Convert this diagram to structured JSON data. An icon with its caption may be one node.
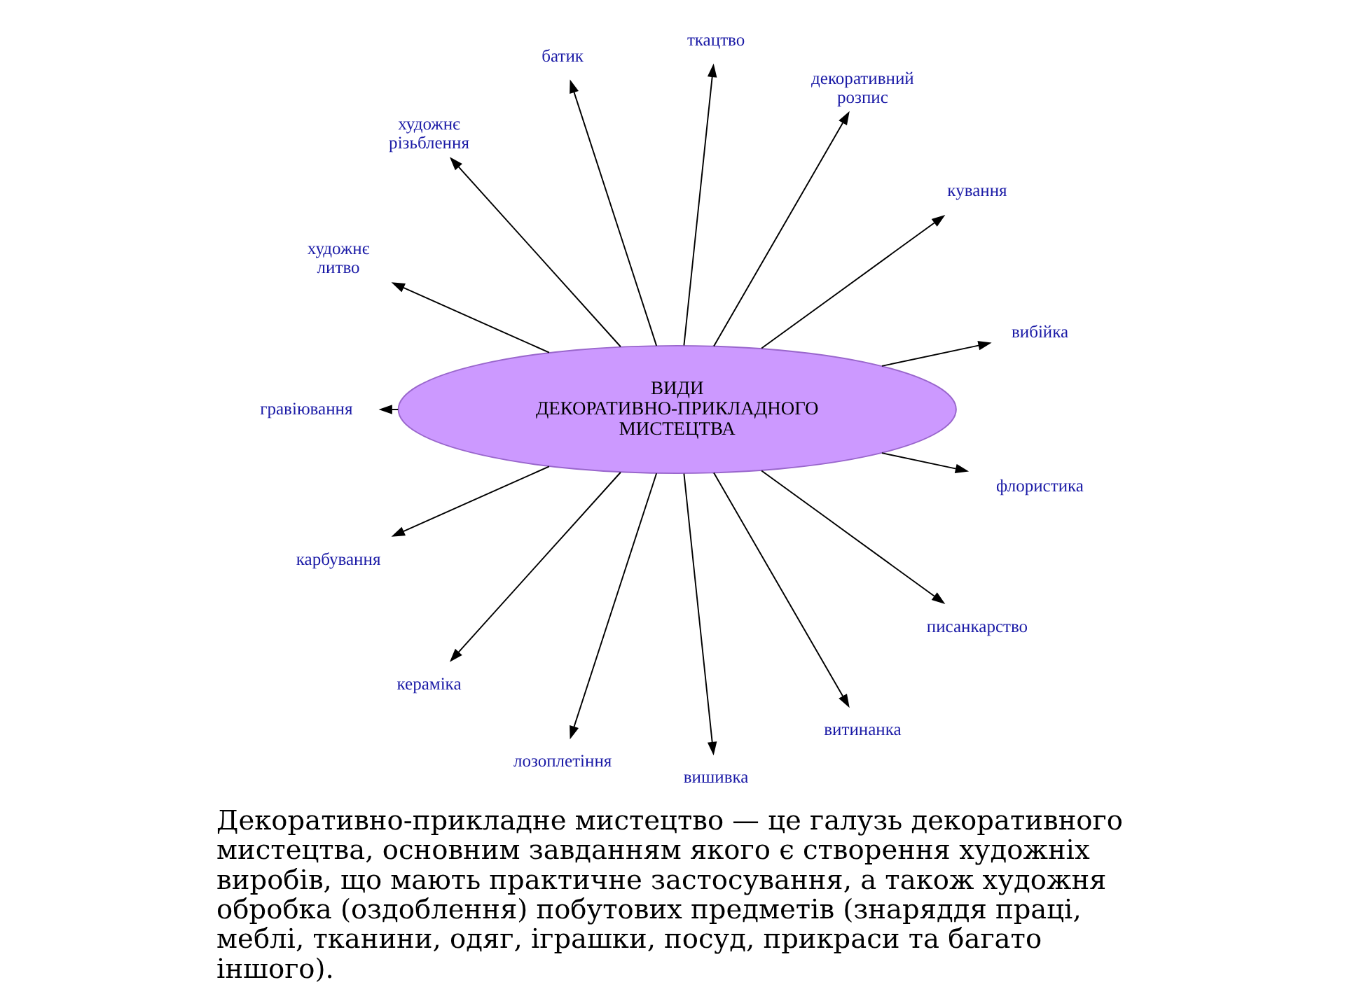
{
  "diagram": {
    "caption": "Декоративно-прикладне мистецтво — це галузь декоративного мистецтва, основним завданням якого є створення художніх виробів, що мають практичне застосування, а також художня обробка (оздоблення) побутових предметів (знаряддя праці, меблі, тканини, одяг, іграшки, посуд, прикраси та багато іншого).",
    "nodes": [
      {
        "text": [
          "ВИДИ ДЕКОРАТИВНО-ПРИКЛАДНОГО МИСТЕЦТВА"
        ]
      },
      {
        "text": [
          "вибійка"
        ]
      },
      {
        "text": [
          "кування"
        ]
      },
      {
        "text": [
          "декоративний розпис"
        ]
      },
      {
        "text": [
          "ткацтво"
        ]
      },
      {
        "text": [
          "батик"
        ]
      },
      {
        "text": [
          "художнє різьблення"
        ]
      },
      {
        "text": [
          "художнє литво"
        ]
      },
      {
        "text": [
          "гравіювання"
        ]
      },
      {
        "text": [
          "карбування"
        ]
      },
      {
        "text": [
          "кераміка"
        ]
      },
      {
        "text": [
          "лозоплетіння"
        ]
      },
      {
        "text": [
          "вишивка"
        ]
      },
      {
        "text": [
          "витинанка"
        ]
      },
      {
        "text": [
          "писанкарство"
        ]
      },
      {
        "text": [
          "флористика"
        ]
      }
    ],
    "edges": [
      {
        "from": 0,
        "to": 1,
        "arrow": "to"
      },
      {
        "from": 0,
        "to": 2,
        "arrow": "to"
      },
      {
        "from": 0,
        "to": 3,
        "arrow": "to"
      },
      {
        "from": 0,
        "to": 4,
        "arrow": "to"
      },
      {
        "from": 0,
        "to": 5,
        "arrow": "to"
      },
      {
        "from": 0,
        "to": 7,
        "arrow": "to"
      },
      {
        "from": 0,
        "to": 9,
        "arrow": "to"
      },
      {
        "from": 0,
        "to": 12,
        "arrow": "to"
      },
      {
        "from": 0,
        "to": 13,
        "arrow": "to"
      },
      {
        "from": 0,
        "to": 15,
        "arrow": "to"
      },
      {
        "from": 0,
        "to": 14,
        "arrow": "to"
      },
      {
        "from": 0,
        "to": 11,
        "arrow": "to"
      },
      {
        "from": 0,
        "to": 10,
        "arrow": "to"
      },
      {
        "from": 0,
        "to": 8,
        "arrow": "to"
      },
      {
        "from": 0,
        "to": 6,
        "arrow": "to"
      }
    ]
  }
}
